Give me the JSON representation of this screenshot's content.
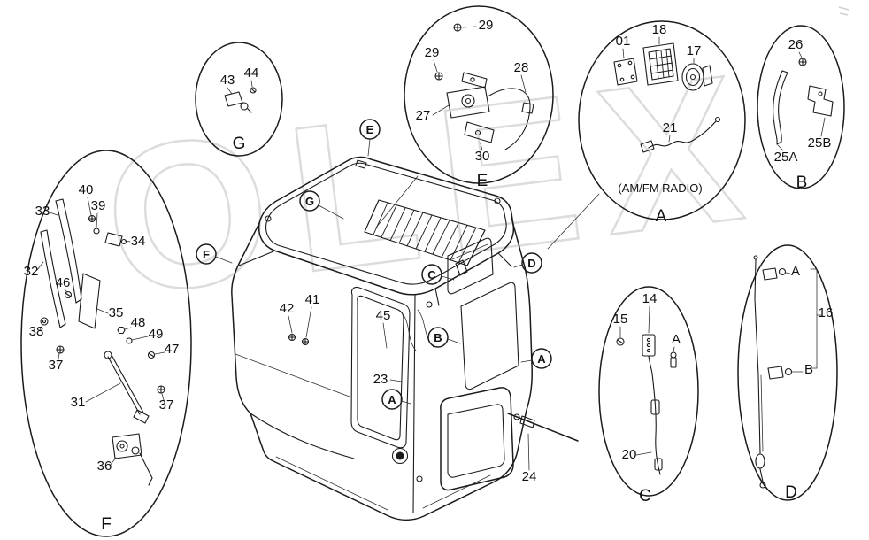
{
  "watermark": "OLEX",
  "balloon_g": {
    "letter": "G",
    "p43": "43",
    "p44": "44"
  },
  "balloon_e": {
    "letter": "E",
    "p27": "27",
    "p28": "28",
    "p29": "29",
    "p30": "30"
  },
  "balloon_a": {
    "letter": "A",
    "note": "(AM/FM RADIO)",
    "p01": "01",
    "p17": "17",
    "p18": "18",
    "p21": "21"
  },
  "balloon_b": {
    "letter": "B",
    "p25a": "25A",
    "p25b": "25B",
    "p26": "26"
  },
  "balloon_f": {
    "letter": "F",
    "p31": "31",
    "p32": "32",
    "p33": "33",
    "p34": "34",
    "p35": "35",
    "p36": "36",
    "p37": "37",
    "p38": "38",
    "p39": "39",
    "p40": "40",
    "p46": "46",
    "p47": "47",
    "p48": "48",
    "p49": "49"
  },
  "balloon_c": {
    "letter": "C",
    "ref_a": "A",
    "p14": "14",
    "p15": "15",
    "p20": "20"
  },
  "balloon_d": {
    "letter": "D",
    "ref_a": "A",
    "ref_b": "B",
    "p16": "16"
  },
  "cab": {
    "p23": "23",
    "p24": "24",
    "p41": "41",
    "p42": "42",
    "p45": "45",
    "view_a": "A",
    "view_b": "B",
    "view_c": "C",
    "view_d": "D",
    "view_e": "E",
    "view_f": "F",
    "view_g": "G"
  }
}
